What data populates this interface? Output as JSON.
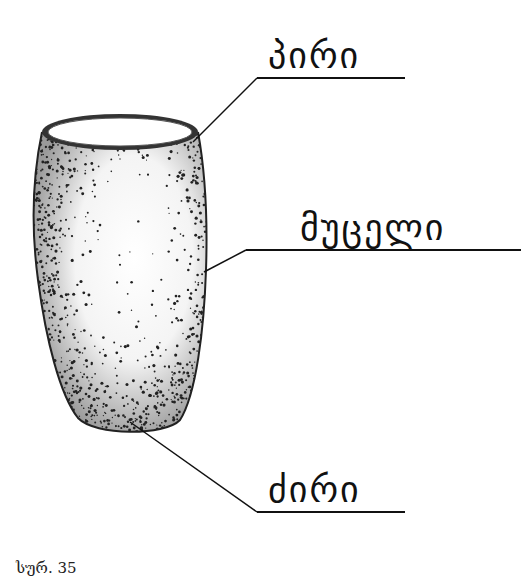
{
  "diagram": {
    "caption": "სურ. 35",
    "labels": [
      "პირი",
      "მუცელი",
      "ძირი"
    ]
  }
}
